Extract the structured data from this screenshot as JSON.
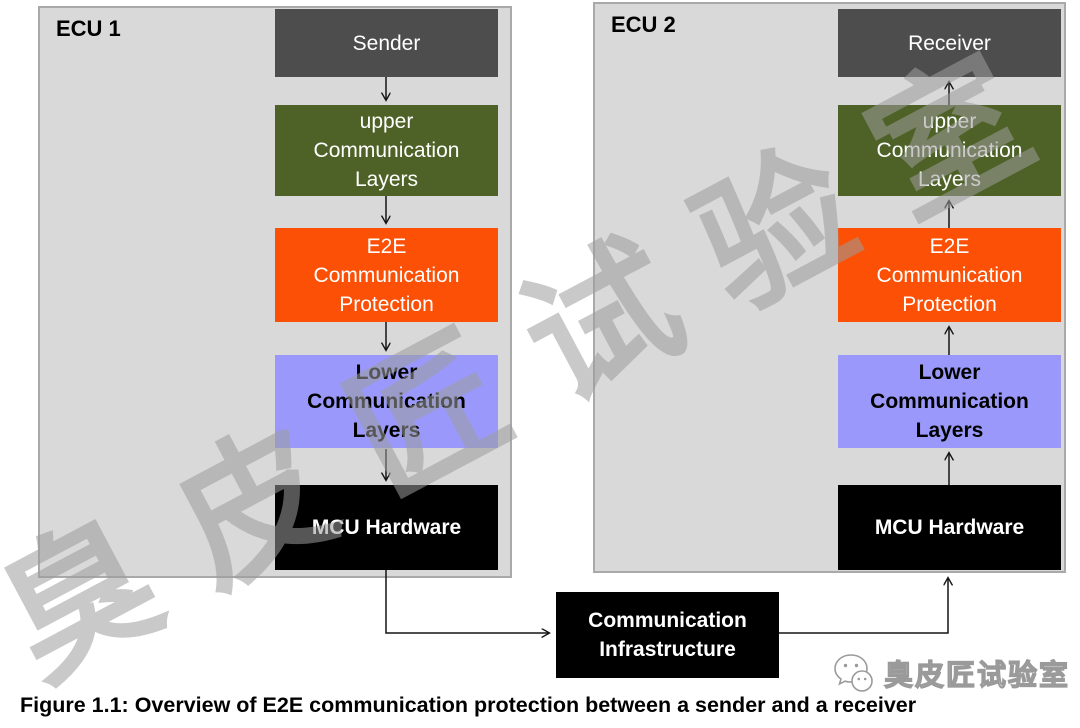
{
  "colors": {
    "panel-bg": "#d9d9d9",
    "panel-border": "#a9a9a9",
    "endpoint": "#4d4d4d",
    "upper-layers": "#4e6227",
    "e2e": "#fb5005",
    "lower-layers": "#9a99fb",
    "hardware": "#000000",
    "arrow": "#141414",
    "watermark": "#9d9d9d"
  },
  "ecu1": {
    "title": "ECU 1",
    "boxes": {
      "endpoint": "Sender",
      "upper": "upper\nCommunication\nLayers",
      "e2e": "E2E\nCommunication\nProtection",
      "lower": "Lower\nCommunication\nLayers",
      "mcu": "MCU Hardware"
    }
  },
  "ecu2": {
    "title": "ECU 2",
    "boxes": {
      "endpoint": "Receiver",
      "upper": "upper\nCommunication\nLayers",
      "e2e": "E2E\nCommunication\nProtection",
      "lower": "Lower\nCommunication\nLayers",
      "mcu": "MCU Hardware"
    }
  },
  "infrastructure": {
    "label": "Communication\nInfrastructure"
  },
  "watermark": {
    "text": "臭皮匠试验室"
  },
  "logo": {
    "icon": "wechat-bubbles-icon",
    "text": "臭皮匠试验室"
  },
  "caption": "Figure 1.1: Overview of E2E communication protection between a sender and a receiver"
}
